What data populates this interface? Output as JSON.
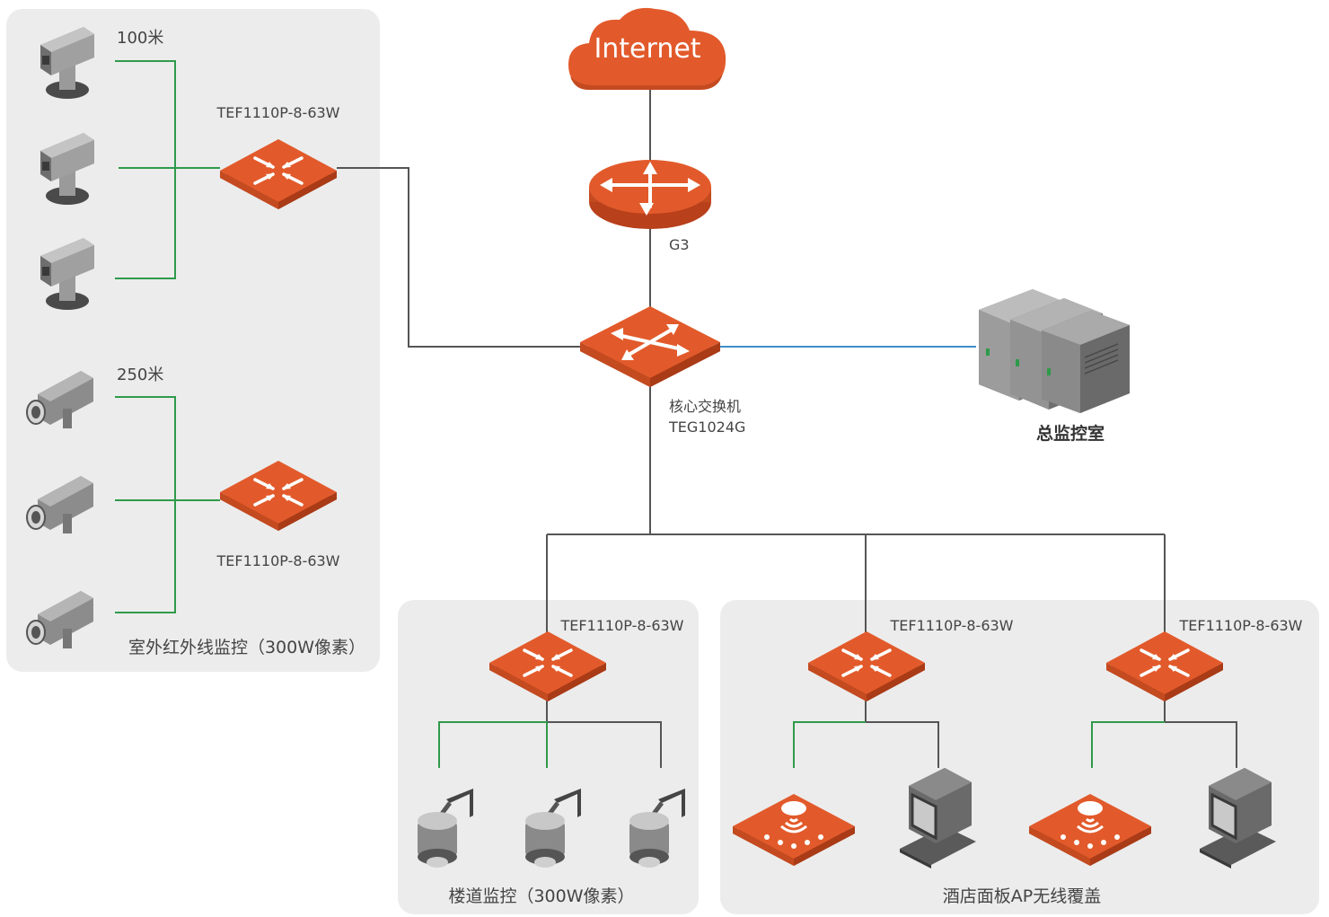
{
  "colors": {
    "accent": "#e25a2b",
    "link_gray": "#555555",
    "link_green": "#2f9a4a",
    "link_blue": "#3e8ec8",
    "panel_bg": "#ececec",
    "device_gray": "#8a8a8a"
  },
  "internet": {
    "label": "Internet",
    "icon": "cloud-icon"
  },
  "router": {
    "label": "G3",
    "icon": "router-icon"
  },
  "core_switch": {
    "label_line1": "核心交换机",
    "label_line2": "TEG1024G",
    "icon": "switch-icon"
  },
  "server_room": {
    "label": "总监控室",
    "icon": "server-rack-icon"
  },
  "outdoor": {
    "title": "室外红外线监控（300W像素）",
    "group1": {
      "distance": "100米",
      "switch_label": "TEF1110P-8-63W",
      "camera_icon": "box-camera-icon"
    },
    "group2": {
      "distance": "250米",
      "switch_label": "TEF1110P-8-63W",
      "camera_icon": "bullet-camera-icon"
    }
  },
  "corridor": {
    "title": "楼道监控（300W像素）",
    "switch_label": "TEF1110P-8-63W",
    "camera_icon": "dome-camera-icon"
  },
  "hotel": {
    "title": "酒店面板AP无线覆盖",
    "switch1_label": "TEF1110P-8-63W",
    "switch2_label": "TEF1110P-8-63W",
    "ap_icon": "wireless-ap-icon",
    "pc_icon": "computer-icon"
  }
}
